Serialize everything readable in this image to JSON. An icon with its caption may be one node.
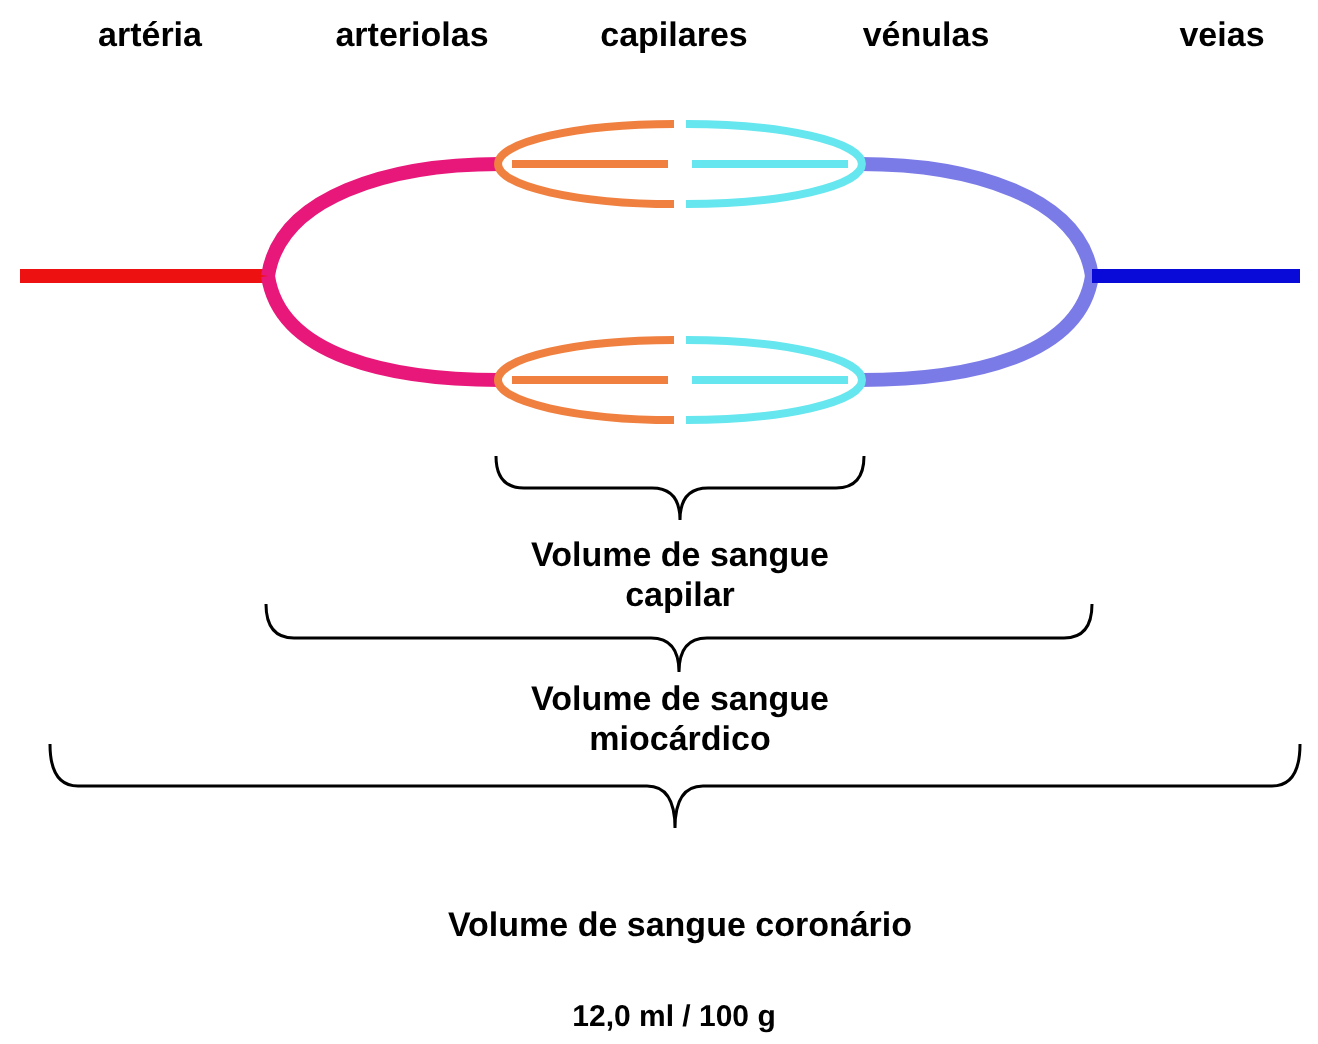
{
  "diagram": {
    "labels": [
      "artéria",
      "arteriolas",
      "capilares",
      "vénulas",
      "veias",
      "Volume de sangue capilar",
      "Volume de sangue miocárdico",
      "Volume de sangue coronário",
      "12,0 ml / 100 g"
    ]
  }
}
